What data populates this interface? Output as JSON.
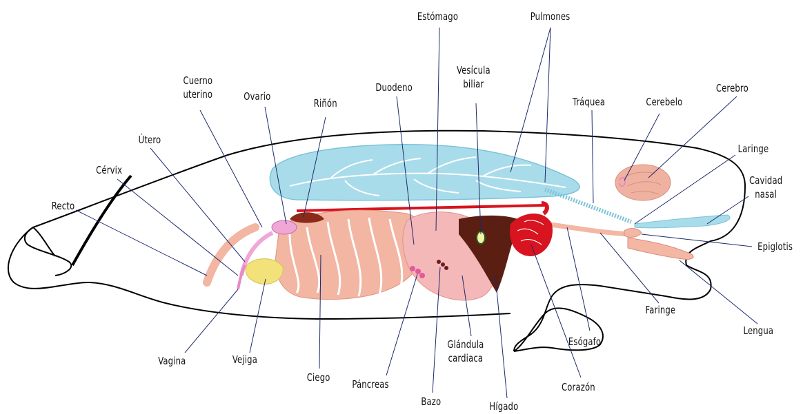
{
  "labels": {
    "estomago": "Estómago",
    "pulmones": "Pulmones",
    "cuerno_uterino": "Cuerno\nuterino",
    "ovario": "Ovario",
    "rinon": "Riñón",
    "duodeno": "Duodeno",
    "vesicula_biliar": "Vesícula\nbiliar",
    "traquea": "Tráquea",
    "cerebelo": "Cerebelo",
    "cerebro": "Cerebro",
    "utero": "Útero",
    "cervix": "Cérvix",
    "laringe": "Laringe",
    "cavidad_nasal": "Cavidad\nnasal",
    "recto": "Recto",
    "epiglotis": "Epiglotis",
    "faringe": "Faringe",
    "lengua": "Lengua",
    "esogafo": "Esógafo",
    "vagina": "Vagina",
    "vejiga": "Vejiga",
    "ciego": "Ciego",
    "glandula_cardiaca": "Glándula\ncardiaca",
    "pancreas": "Páncreas",
    "bazo": "Bazo",
    "higado": "Hígado",
    "corazon": "Corazón"
  },
  "colors": {
    "lungs": "#a9dcea",
    "lung_vessels": "#ffffff",
    "intestine": "#f2b6a3",
    "stomach": "#f5b8b8",
    "liver": "#5a1e12",
    "heart": "#d7141f",
    "bladder": "#f3e27a",
    "uterus": "#f0a7d6",
    "brain": "#efb2a0",
    "kidney": "#8c2a1a",
    "esophagus": "#f4b7a4",
    "leader": "#1b2a6b",
    "outline": "#000000"
  }
}
